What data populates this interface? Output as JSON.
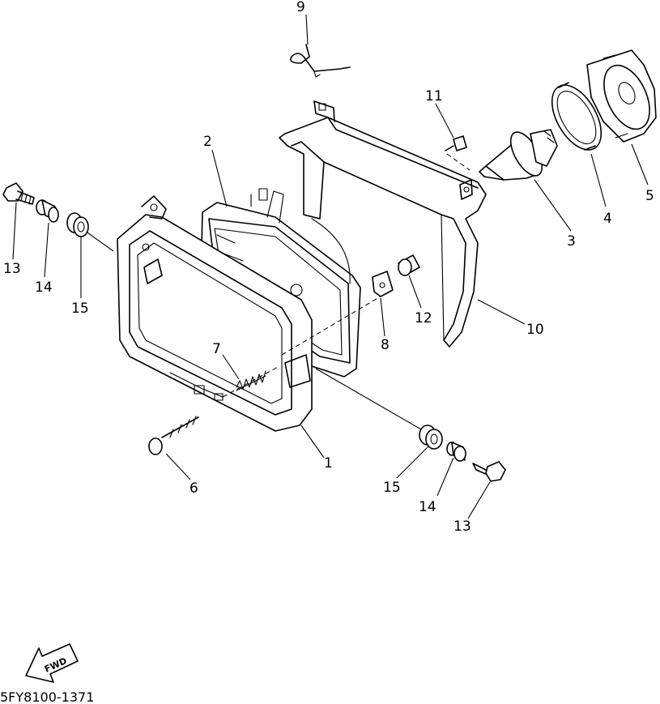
{
  "callouts": {
    "c1": "1",
    "c2": "2",
    "c3": "3",
    "c4": "4",
    "c5": "5",
    "c6": "6",
    "c7": "7",
    "c8": "8",
    "c9": "9",
    "c10": "10",
    "c11": "11",
    "c12": "12",
    "c13_left": "13",
    "c14_left": "14",
    "c15_left": "15",
    "c13_right": "13",
    "c14_right": "14",
    "c15_right": "15"
  },
  "fwd_label": "FWD",
  "diagram_code": "5FY8100-1371"
}
